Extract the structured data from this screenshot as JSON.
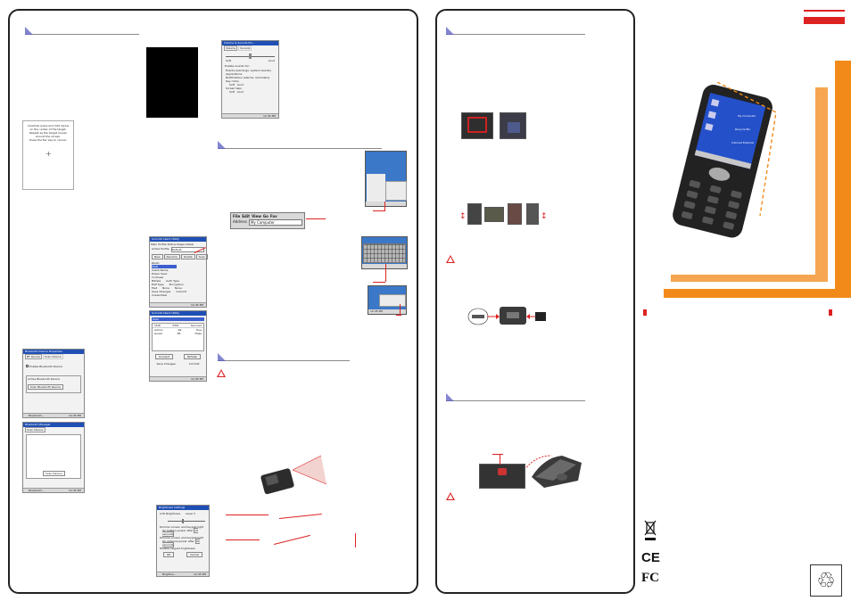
{
  "calibration": {
    "lines": [
      "Carefully press and hold stylus",
      "on the center of the target.",
      "Repeat as the target moves",
      "around the screen.",
      "Press the Esc key to cancel."
    ],
    "cross": "+"
  },
  "volume_window": {
    "title": "Volume & Sounds Pro...",
    "tabs": [
      "Volume",
      "Sounds"
    ],
    "scale_low": "Soft",
    "scale_high": "Loud",
    "heading": "Enable sounds for:",
    "options": [
      "Events (warnings, system events)",
      "Applications",
      "Notifications (alarms, reminders)",
      "Key clicks",
      "Soft",
      "Loud",
      "Screen taps",
      "Soft",
      "Loud"
    ],
    "taskbar_time": "12:45 PM"
  },
  "explorer": {
    "menus": [
      "File",
      "Edit",
      "View",
      "Go",
      "Fav"
    ],
    "address_label": "Address",
    "address_value": "My Computer"
  },
  "wireless_window": {
    "title": "Summit Client Utility",
    "tabs": [
      "Main",
      "Profile",
      "Status",
      "Diags",
      "Global"
    ],
    "active_profile_label": "Active Profile",
    "active_profile": "Default",
    "buttons": [
      "New",
      "Rename",
      "Delete",
      "Scan"
    ],
    "fields": [
      "Radio",
      "SSID",
      "Client Name",
      "Power Save",
      "Tx Power",
      "Bitrate",
      "Auth Type",
      "EAP Type",
      "Encryption"
    ],
    "values": [
      "Fast",
      "None",
      "None"
    ],
    "commit": "Commit",
    "credentials": "Credentials",
    "save_changes": "Save Changes",
    "taskbar_time": "12:45 PM"
  },
  "scan_window": {
    "title": "Summit Client Utility",
    "header": "Scan",
    "columns": [
      "SSID",
      "RSSI",
      "Secured"
    ],
    "rows": [
      [
        "Admin",
        "-64",
        "True"
      ],
      [
        "Guest",
        "-85",
        "False"
      ]
    ],
    "buttons": [
      "Connect",
      "Refresh"
    ],
    "save_changes": "Save Changes",
    "commit": "Commit",
    "taskbar_time": "12:45 PM"
  },
  "bt_device": {
    "title": "Bluetooth Device Properties",
    "tabs": [
      "BT Device",
      "Scan Device"
    ],
    "checkbox": "Enable Bluetooth Device",
    "group": "Active Bluetooth Device",
    "button": "Scan Bluetooth Device",
    "taskbar_time": "12:45 PM",
    "taskbar_label": "Bluetooth..."
  },
  "bt_manager": {
    "title": "Bluetooth Manager",
    "tabs": [
      "Scan Device"
    ],
    "button": "Scan Device",
    "taskbar_time": "12:45 PM",
    "taskbar_label": "Bluetooth..."
  },
  "brightness": {
    "title": "Brightness Settings",
    "level_label": "LCD Brightness",
    "level_value": "Level 3",
    "options": [
      "Dimmer screen and keypad light",
      "On battery power after",
      "Dimmer screen and keypad light",
      "On external power after",
      "Disable keypad brightness"
    ],
    "delays": [
      "10 seconds",
      "30 seconds"
    ],
    "buttons": [
      "OK",
      "Cancel"
    ],
    "taskbar_time": "12:45 PM",
    "taskbar_label": "Brightne..."
  },
  "mini_start": {
    "taskbar_time": "12:45 PM"
  },
  "desktop_icons": [
    "My Computer",
    "Recycle Bin",
    "Internet Explorer"
  ],
  "colors": {
    "accent": "#5a5cc0",
    "red": "#d22222",
    "orange": "#f28a1a",
    "dark": "#222222"
  },
  "logos": {
    "weee": "WEEE bin",
    "ce": "CE",
    "fcc": "FC",
    "recycle": "recycle"
  }
}
